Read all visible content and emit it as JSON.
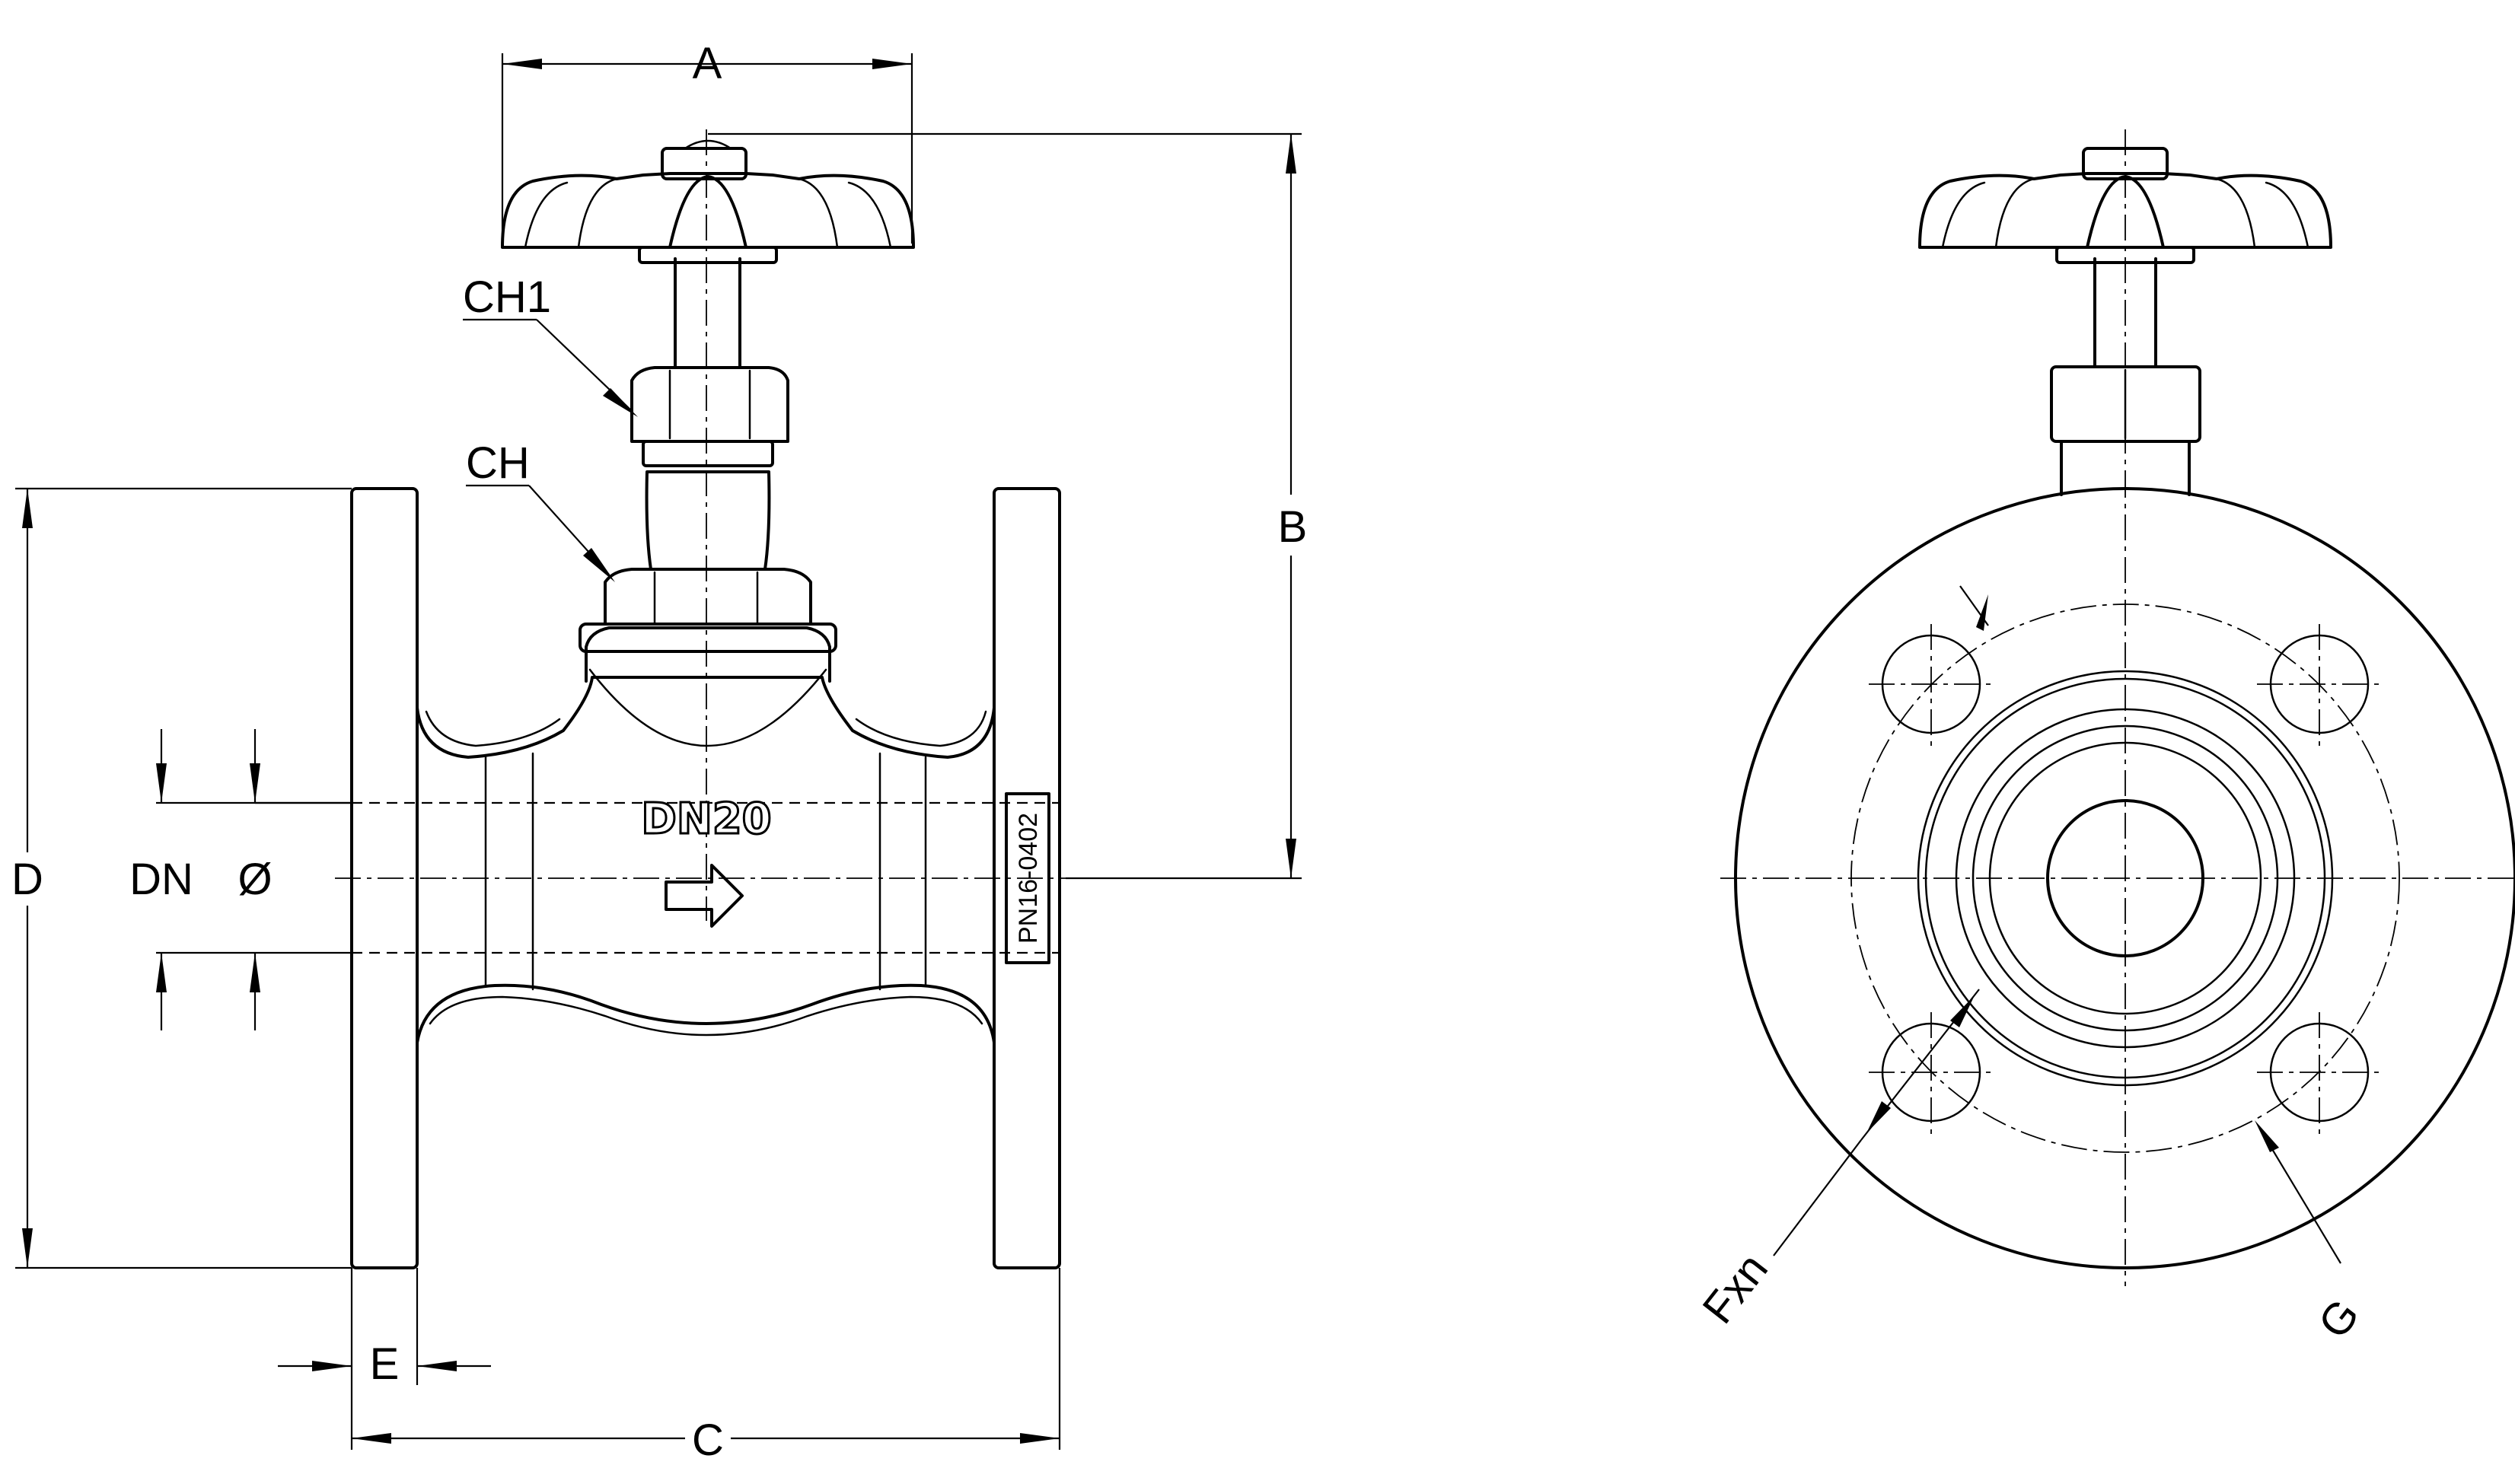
{
  "dimensions": {
    "A": "A",
    "B": "B",
    "C": "C",
    "D": "D",
    "E": "E",
    "DN": "DN",
    "diameter": "Ø",
    "F": "Fxn",
    "G": "G"
  },
  "callouts": {
    "ch1": "CH1",
    "ch": "CH"
  },
  "body_markings": {
    "size": "DN20",
    "pressure_plate": "PN16-0402"
  }
}
